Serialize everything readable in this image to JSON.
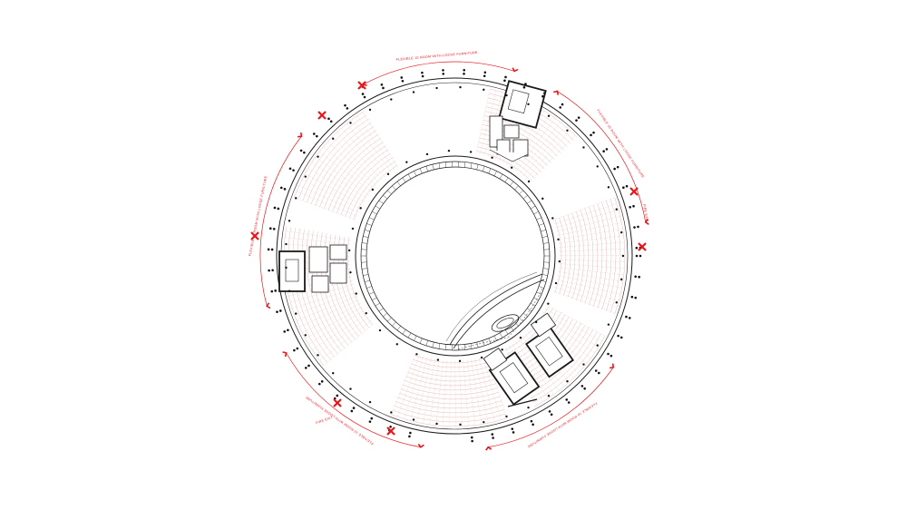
{
  "diagram": {
    "kind": "circular floor plan",
    "colors": {
      "background": "#ffffff",
      "line": "#1a1a1a",
      "grid": "#e0a8a8",
      "annotation": "#e8161b",
      "dot": "#111111"
    },
    "annotations": {
      "zone_label": "FLEXIBLE 10 ROOM WITH LOOSE FURNITURE",
      "exit_label": "FIRE EXIT"
    },
    "icons": [
      "exit-cross-icon",
      "arc-arrowhead-icon",
      "stair-core-icon"
    ],
    "counts": {
      "seating_zones": 5,
      "core_blocks": 3,
      "exit_markers": 7,
      "annotation_arcs": 5
    }
  }
}
